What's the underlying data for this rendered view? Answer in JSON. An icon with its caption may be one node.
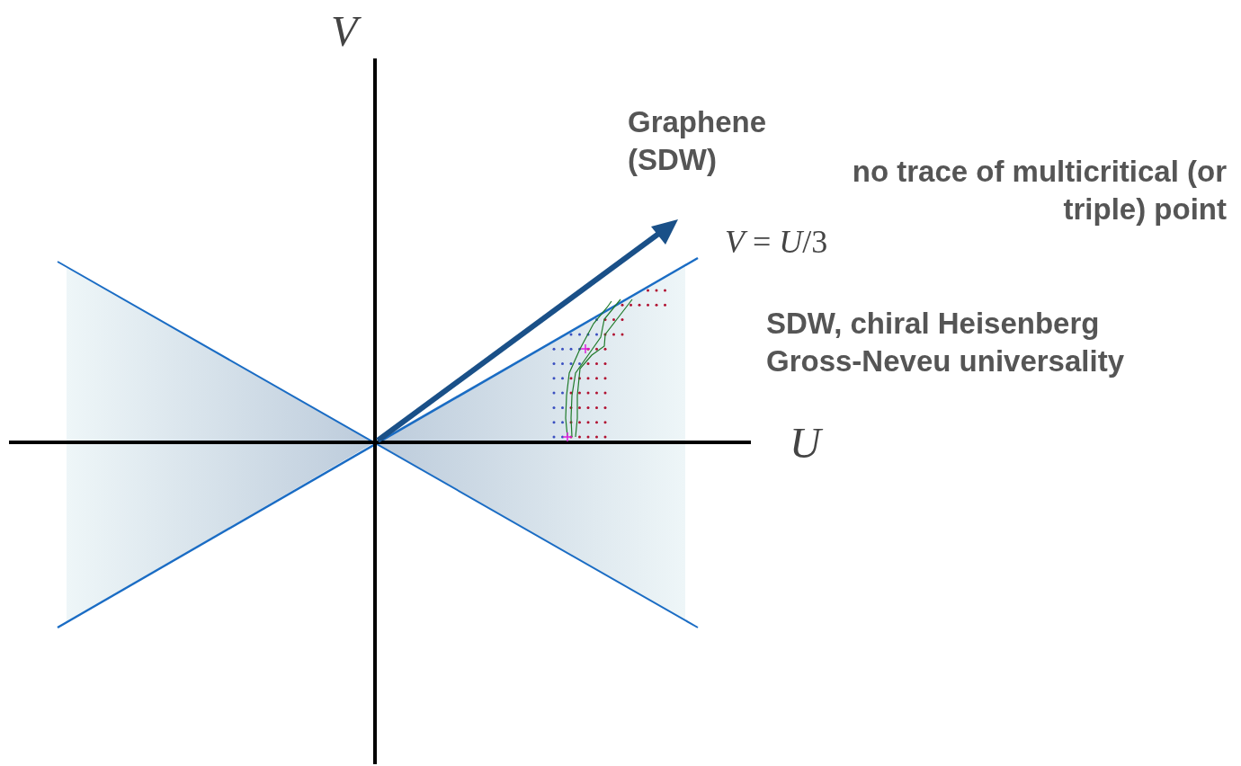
{
  "diagram": {
    "labels": [
      "*V*",
      "Graphene (SDW)",
      "no trace of multicritical (or triple) point",
      "*V* = *U*/3",
      "SDW, chiral Heisenberg Gross-Neveu universality",
      "*U*"
    ]
  }
}
